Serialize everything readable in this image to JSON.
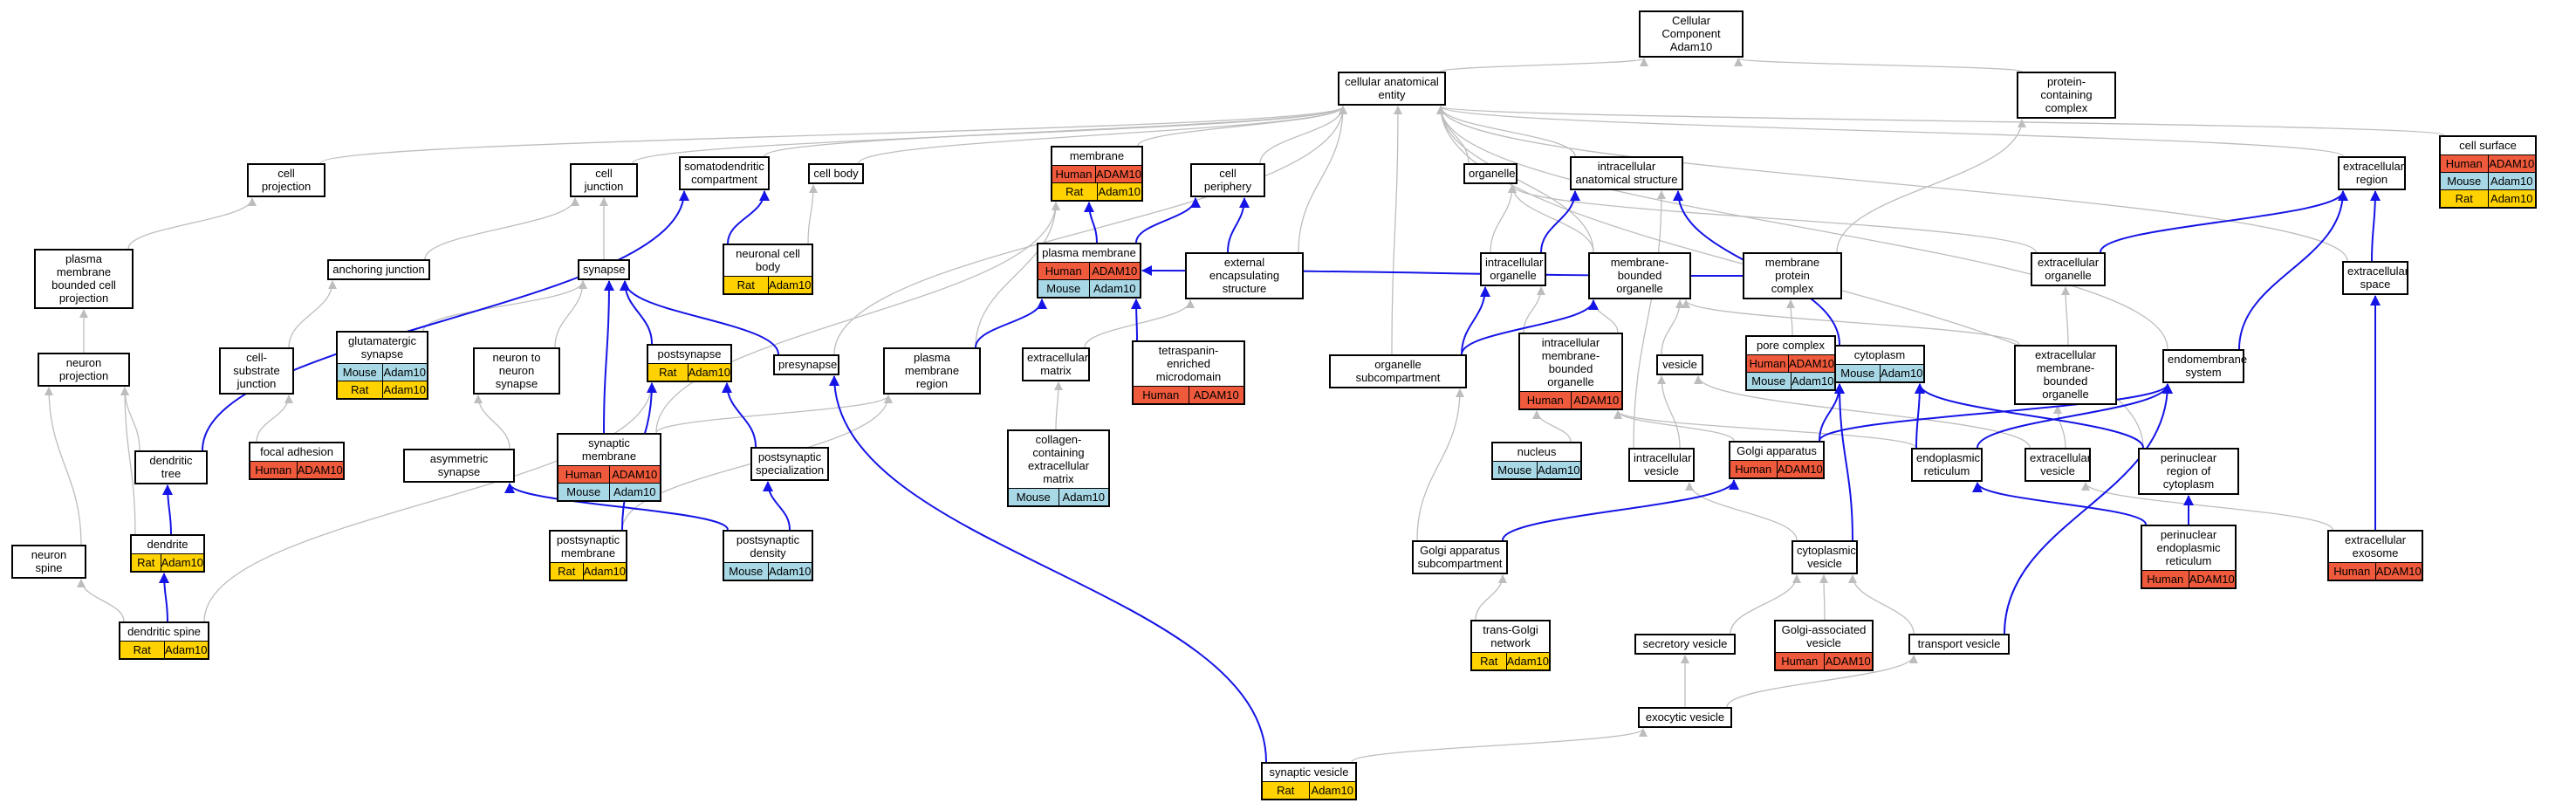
{
  "colors": {
    "Human": "#f05a3c",
    "Mouse": "#a8d8e6",
    "Rat": "#ffd200",
    "edge_gray": "#bdbdbd",
    "edge_blue": "#1414e6"
  },
  "nodes": {
    "root": {
      "lines": [
        "Cellular Component",
        "Adam10"
      ],
      "ann": []
    },
    "cae": {
      "lines": [
        "cellular anatomical",
        "entity"
      ],
      "ann": []
    },
    "pcc": {
      "lines": [
        "protein-containing",
        "complex"
      ],
      "ann": []
    },
    "cproj": {
      "lines": [
        "cell projection"
      ],
      "ann": []
    },
    "cjunc": {
      "lines": [
        "cell junction"
      ],
      "ann": []
    },
    "somato": {
      "lines": [
        "somatodendritic",
        "compartment"
      ],
      "ann": []
    },
    "cbody": {
      "lines": [
        "cell body"
      ],
      "ann": []
    },
    "membrane": {
      "lines": [
        "membrane"
      ],
      "ann": [
        [
          "Human",
          "ADAM10"
        ],
        [
          "Rat",
          "Adam10"
        ]
      ]
    },
    "cperiph": {
      "lines": [
        "cell periphery"
      ],
      "ann": []
    },
    "organelle": {
      "lines": [
        "organelle"
      ],
      "ann": []
    },
    "ias": {
      "lines": [
        "intracellular anatomical structure"
      ],
      "ann": []
    },
    "csurf": {
      "lines": [
        "cell surface"
      ],
      "ann": [
        [
          "Human",
          "ADAM10"
        ],
        [
          "Mouse",
          "Adam10"
        ],
        [
          "Rat",
          "Adam10"
        ]
      ]
    },
    "extreg": {
      "lines": [
        "extracellular",
        "region"
      ],
      "ann": []
    },
    "pmbcp": {
      "lines": [
        "plasma membrane",
        "bounded cell",
        "projection"
      ],
      "ann": []
    },
    "anchj": {
      "lines": [
        "anchoring junction"
      ],
      "ann": []
    },
    "synapse": {
      "lines": [
        "synapse"
      ],
      "ann": []
    },
    "ncb": {
      "lines": [
        "neuronal cell",
        "body"
      ],
      "ann": [
        [
          "Rat",
          "Adam10"
        ]
      ]
    },
    "pm": {
      "lines": [
        "plasma membrane"
      ],
      "ann": [
        [
          "Human",
          "ADAM10"
        ],
        [
          "Mouse",
          "Adam10"
        ]
      ]
    },
    "extenc": {
      "lines": [
        "external encapsulating",
        "structure"
      ],
      "ann": []
    },
    "icorg": {
      "lines": [
        "intracellular",
        "organelle"
      ],
      "ann": []
    },
    "mbo": {
      "lines": [
        "membrane-bounded",
        "organelle"
      ],
      "ann": []
    },
    "mpc": {
      "lines": [
        "membrane protein",
        "complex"
      ],
      "ann": []
    },
    "extorg": {
      "lines": [
        "extracellular",
        "organelle"
      ],
      "ann": []
    },
    "extspace": {
      "lines": [
        "extracellular",
        "space"
      ],
      "ann": []
    },
    "nproj": {
      "lines": [
        "neuron projection"
      ],
      "ann": []
    },
    "csj": {
      "lines": [
        "cell-substrate",
        "junction"
      ],
      "ann": []
    },
    "glusyn": {
      "lines": [
        "glutamatergic",
        "synapse"
      ],
      "ann": [
        [
          "Mouse",
          "Adam10"
        ],
        [
          "Rat",
          "Adam10"
        ]
      ]
    },
    "n2n": {
      "lines": [
        "neuron to neuron",
        "synapse"
      ],
      "ann": []
    },
    "postsyn": {
      "lines": [
        "postsynapse"
      ],
      "ann": [
        [
          "Rat",
          "Adam10"
        ]
      ]
    },
    "presyn": {
      "lines": [
        "presynapse"
      ],
      "ann": []
    },
    "pmr": {
      "lines": [
        "plasma membrane",
        "region"
      ],
      "ann": []
    },
    "extmat": {
      "lines": [
        "extracellular",
        "matrix"
      ],
      "ann": []
    },
    "tem": {
      "lines": [
        "tetraspanin-enriched",
        "microdomain"
      ],
      "ann": [
        [
          "Human",
          "ADAM10"
        ]
      ]
    },
    "osub": {
      "lines": [
        "organelle subcompartment"
      ],
      "ann": []
    },
    "imbo": {
      "lines": [
        "intracellular",
        "membrane-bounded",
        "organelle"
      ],
      "ann": [
        [
          "Human",
          "ADAM10"
        ]
      ]
    },
    "vesicle": {
      "lines": [
        "vesicle"
      ],
      "ann": []
    },
    "pore": {
      "lines": [
        "pore complex"
      ],
      "ann": [
        [
          "Human",
          "ADAM10"
        ],
        [
          "Mouse",
          "Adam10"
        ]
      ]
    },
    "cyto": {
      "lines": [
        "cytoplasm"
      ],
      "ann": [
        [
          "Mouse",
          "Adam10"
        ]
      ]
    },
    "embo": {
      "lines": [
        "extracellular",
        "membrane-bounded",
        "organelle"
      ],
      "ann": []
    },
    "endo": {
      "lines": [
        "endomembrane",
        "system"
      ],
      "ann": []
    },
    "fadh": {
      "lines": [
        "focal adhesion"
      ],
      "ann": [
        [
          "Human",
          "ADAM10"
        ]
      ]
    },
    "dtree": {
      "lines": [
        "dendritic tree"
      ],
      "ann": []
    },
    "asyn": {
      "lines": [
        "asymmetric synapse"
      ],
      "ann": []
    },
    "synmem": {
      "lines": [
        "synaptic membrane"
      ],
      "ann": [
        [
          "Human",
          "ADAM10"
        ],
        [
          "Mouse",
          "Adam10"
        ]
      ]
    },
    "pss": {
      "lines": [
        "postsynaptic",
        "specialization"
      ],
      "ann": []
    },
    "ccem": {
      "lines": [
        "collagen-containing",
        "extracellular",
        "matrix"
      ],
      "ann": [
        [
          "Mouse",
          "Adam10"
        ]
      ]
    },
    "nucleus": {
      "lines": [
        "nucleus"
      ],
      "ann": [
        [
          "Mouse",
          "Adam10"
        ]
      ]
    },
    "icves": {
      "lines": [
        "intracellular",
        "vesicle"
      ],
      "ann": []
    },
    "golgi": {
      "lines": [
        "Golgi apparatus"
      ],
      "ann": [
        [
          "Human",
          "ADAM10"
        ]
      ]
    },
    "er": {
      "lines": [
        "endoplasmic",
        "reticulum"
      ],
      "ann": []
    },
    "ecves": {
      "lines": [
        "extracellular",
        "vesicle"
      ],
      "ann": []
    },
    "pnroc": {
      "lines": [
        "perinuclear",
        "region of cytoplasm"
      ],
      "ann": []
    },
    "nspine": {
      "lines": [
        "neuron spine"
      ],
      "ann": []
    },
    "dendrite": {
      "lines": [
        "dendrite"
      ],
      "ann": [
        [
          "Rat",
          "Adam10"
        ]
      ]
    },
    "psm": {
      "lines": [
        "postsynaptic",
        "membrane"
      ],
      "ann": [
        [
          "Rat",
          "Adam10"
        ]
      ]
    },
    "psd": {
      "lines": [
        "postsynaptic",
        "density"
      ],
      "ann": [
        [
          "Mouse",
          "Adam10"
        ]
      ]
    },
    "gasub": {
      "lines": [
        "Golgi apparatus",
        "subcompartment"
      ],
      "ann": []
    },
    "cytves": {
      "lines": [
        "cytoplasmic",
        "vesicle"
      ],
      "ann": []
    },
    "pner": {
      "lines": [
        "perinuclear",
        "endoplasmic",
        "reticulum"
      ],
      "ann": [
        [
          "Human",
          "ADAM10"
        ]
      ]
    },
    "exosome": {
      "lines": [
        "extracellular",
        "exosome"
      ],
      "ann": [
        [
          "Human",
          "ADAM10"
        ]
      ]
    },
    "dspine": {
      "lines": [
        "dendritic spine"
      ],
      "ann": [
        [
          "Rat",
          "Adam10"
        ]
      ]
    },
    "tgn": {
      "lines": [
        "trans-Golgi",
        "network"
      ],
      "ann": [
        [
          "Rat",
          "Adam10"
        ]
      ]
    },
    "secves": {
      "lines": [
        "secretory vesicle"
      ],
      "ann": []
    },
    "gaves": {
      "lines": [
        "Golgi-associated",
        "vesicle"
      ],
      "ann": [
        [
          "Human",
          "ADAM10"
        ]
      ]
    },
    "tves": {
      "lines": [
        "transport vesicle"
      ],
      "ann": []
    },
    "exoves": {
      "lines": [
        "exocytic vesicle"
      ],
      "ann": []
    },
    "synves": {
      "lines": [
        "synaptic vesicle"
      ],
      "ann": [
        [
          "Rat",
          "Adam10"
        ]
      ]
    }
  },
  "edges": [
    [
      "cae",
      "root",
      "g"
    ],
    [
      "pcc",
      "root",
      "g"
    ],
    [
      "cproj",
      "cae",
      "g"
    ],
    [
      "cjunc",
      "cae",
      "g"
    ],
    [
      "somato",
      "cae",
      "g"
    ],
    [
      "cbody",
      "cae",
      "g"
    ],
    [
      "membrane",
      "cae",
      "g"
    ],
    [
      "cperiph",
      "cae",
      "g"
    ],
    [
      "organelle",
      "cae",
      "g"
    ],
    [
      "ias",
      "cae",
      "g"
    ],
    [
      "csurf",
      "cae",
      "g"
    ],
    [
      "extreg",
      "cae",
      "g"
    ],
    [
      "pmbcp",
      "cproj",
      "g"
    ],
    [
      "anchj",
      "cjunc",
      "g"
    ],
    [
      "synapse",
      "cjunc",
      "g"
    ],
    [
      "ncb",
      "somato",
      "b"
    ],
    [
      "ncb",
      "cbody",
      "g"
    ],
    [
      "pm",
      "membrane",
      "b"
    ],
    [
      "pm",
      "cperiph",
      "b"
    ],
    [
      "extenc",
      "cperiph",
      "b"
    ],
    [
      "extenc",
      "cae",
      "g"
    ],
    [
      "pmr",
      "membrane",
      "g"
    ],
    [
      "synmem",
      "membrane",
      "g"
    ],
    [
      "icorg",
      "organelle",
      "g"
    ],
    [
      "icorg",
      "ias",
      "b"
    ],
    [
      "mbo",
      "organelle",
      "g"
    ],
    [
      "mbo",
      "cae",
      "g"
    ],
    [
      "mpc",
      "pm",
      "b"
    ],
    [
      "mpc",
      "pcc",
      "g"
    ],
    [
      "extorg",
      "extreg",
      "b"
    ],
    [
      "extorg",
      "organelle",
      "g"
    ],
    [
      "extspace",
      "extreg",
      "b"
    ],
    [
      "extspace",
      "cae",
      "g"
    ],
    [
      "nproj",
      "pmbcp",
      "g"
    ],
    [
      "csj",
      "anchj",
      "g"
    ],
    [
      "glusyn",
      "synapse",
      "g"
    ],
    [
      "n2n",
      "synapse",
      "g"
    ],
    [
      "postsyn",
      "synapse",
      "b"
    ],
    [
      "presyn",
      "synapse",
      "b"
    ],
    [
      "presyn",
      "cae",
      "g"
    ],
    [
      "pmr",
      "pm",
      "b"
    ],
    [
      "extmat",
      "extenc",
      "g"
    ],
    [
      "tem",
      "pm",
      "b"
    ],
    [
      "osub",
      "icorg",
      "b"
    ],
    [
      "osub",
      "mbo",
      "b"
    ],
    [
      "osub",
      "cae",
      "g"
    ],
    [
      "imbo",
      "icorg",
      "g"
    ],
    [
      "imbo",
      "mbo",
      "g"
    ],
    [
      "vesicle",
      "mbo",
      "g"
    ],
    [
      "pore",
      "mpc",
      "g"
    ],
    [
      "cyto",
      "ias",
      "b"
    ],
    [
      "embo",
      "extorg",
      "g"
    ],
    [
      "embo",
      "mbo",
      "g"
    ],
    [
      "endo",
      "extreg",
      "b"
    ],
    [
      "endo",
      "cae",
      "g"
    ],
    [
      "fadh",
      "csj",
      "g"
    ],
    [
      "dtree",
      "somato",
      "b"
    ],
    [
      "dtree",
      "nproj",
      "g"
    ],
    [
      "asyn",
      "n2n",
      "g"
    ],
    [
      "synmem",
      "synapse",
      "b"
    ],
    [
      "synmem",
      "pmr",
      "g"
    ],
    [
      "pss",
      "postsyn",
      "b"
    ],
    [
      "ccem",
      "extmat",
      "g"
    ],
    [
      "nucleus",
      "imbo",
      "g"
    ],
    [
      "icves",
      "vesicle",
      "g"
    ],
    [
      "icves",
      "ias",
      "g"
    ],
    [
      "golgi",
      "cyto",
      "b"
    ],
    [
      "golgi",
      "imbo",
      "g"
    ],
    [
      "golgi",
      "endo",
      "b"
    ],
    [
      "er",
      "cyto",
      "b"
    ],
    [
      "er",
      "endo",
      "b"
    ],
    [
      "er",
      "imbo",
      "g"
    ],
    [
      "ecves",
      "embo",
      "g"
    ],
    [
      "ecves",
      "vesicle",
      "g"
    ],
    [
      "pnroc",
      "cyto",
      "b"
    ],
    [
      "pnroc",
      "cae",
      "g"
    ],
    [
      "nspine",
      "nproj",
      "g"
    ],
    [
      "dendrite",
      "dtree",
      "b"
    ],
    [
      "dendrite",
      "nproj",
      "g"
    ],
    [
      "psm",
      "postsyn",
      "b"
    ],
    [
      "psm",
      "pmr",
      "g"
    ],
    [
      "psd",
      "pss",
      "b"
    ],
    [
      "psd",
      "asyn",
      "b"
    ],
    [
      "gasub",
      "golgi",
      "b"
    ],
    [
      "gasub",
      "osub",
      "g"
    ],
    [
      "cytves",
      "icves",
      "g"
    ],
    [
      "cytves",
      "cyto",
      "b"
    ],
    [
      "pner",
      "er",
      "b"
    ],
    [
      "pner",
      "pnroc",
      "b"
    ],
    [
      "exosome",
      "ecves",
      "g"
    ],
    [
      "exosome",
      "extspace",
      "b"
    ],
    [
      "dspine",
      "dendrite",
      "b"
    ],
    [
      "dspine",
      "nspine",
      "g"
    ],
    [
      "dspine",
      "postsyn",
      "g"
    ],
    [
      "tgn",
      "gasub",
      "g"
    ],
    [
      "secves",
      "cytves",
      "g"
    ],
    [
      "gaves",
      "cytves",
      "g"
    ],
    [
      "tves",
      "cytves",
      "g"
    ],
    [
      "tves",
      "endo",
      "b"
    ],
    [
      "exoves",
      "secves",
      "g"
    ],
    [
      "exoves",
      "tves",
      "g"
    ],
    [
      "synves",
      "presyn",
      "b"
    ],
    [
      "synves",
      "exoves",
      "g"
    ]
  ]
}
